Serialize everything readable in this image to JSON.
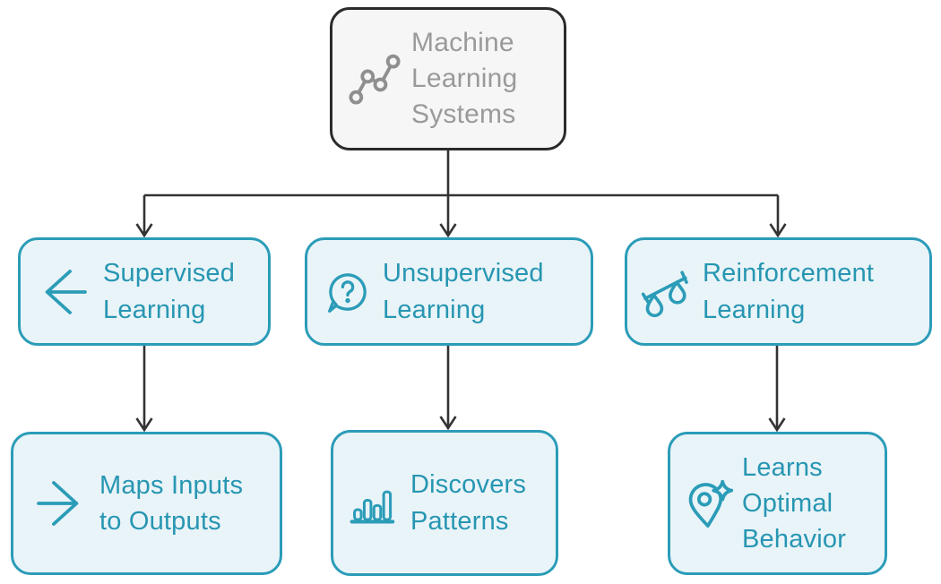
{
  "diagram": {
    "title": "Machine Learning Systems taxonomy flowchart",
    "root": {
      "label": "Machine\nLearning\nSystems",
      "icon": "trend-graph-icon"
    },
    "branches": [
      {
        "id": "supervised",
        "label": "Supervised\nLearning",
        "icon": "arrow-left-icon",
        "child": {
          "label": "Maps Inputs\nto Outputs",
          "icon": "arrow-right-icon"
        }
      },
      {
        "id": "unsupervised",
        "label": "Unsupervised\nLearning",
        "icon": "question-bubble-icon",
        "question_mark": "?",
        "child": {
          "label": "Discovers\nPatterns",
          "icon": "bar-chart-icon"
        }
      },
      {
        "id": "reinforcement",
        "label": "Reinforcement\nLearning",
        "icon": "balance-scale-icon",
        "child": {
          "label": "Learns\nOptimal\nBehavior",
          "icon": "location-sparkle-icon"
        }
      }
    ],
    "colors": {
      "accent_teal": "#2B9CB8",
      "teal_text": "#2796B2",
      "teal_fill": "#E9F4F8",
      "root_fill": "#F6F6F6",
      "root_text": "#9A9A9A",
      "root_border": "#2B2B2B",
      "connector": "#333333"
    }
  }
}
